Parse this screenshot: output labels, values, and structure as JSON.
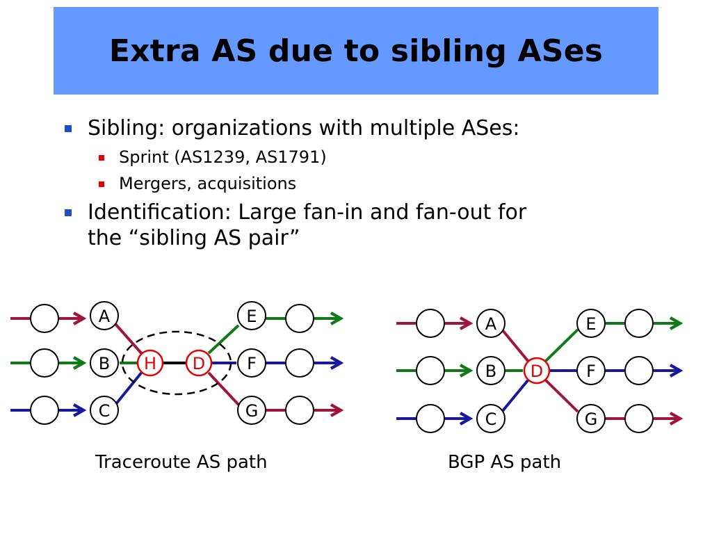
{
  "title": "Extra AS due to sibling ASes",
  "bullets": {
    "b1": "Sibling: organizations with multiple ASes:",
    "b1_sub1": "Sprint (AS1239, AS1791)",
    "b1_sub2": "Mergers, acquisitions",
    "b2_line1": "Identification: Large fan-in and fan-out for",
    "b2_line2": "the “sibling AS pair”"
  },
  "diagram_left": {
    "nodes": {
      "A": "A",
      "B": "B",
      "C": "C",
      "E": "E",
      "F": "F",
      "G": "G",
      "H": "H",
      "D": "D"
    },
    "caption": "Traceroute AS path"
  },
  "diagram_right": {
    "nodes": {
      "A": "A",
      "B": "B",
      "C": "C",
      "E": "E",
      "F": "F",
      "G": "G",
      "D": "D"
    },
    "caption": "BGP AS path"
  },
  "colors": {
    "red": "#a0153e",
    "green": "#0f7a16",
    "blue": "#16199e",
    "highlight": "#e60000",
    "title_bg": "#6699ff"
  }
}
